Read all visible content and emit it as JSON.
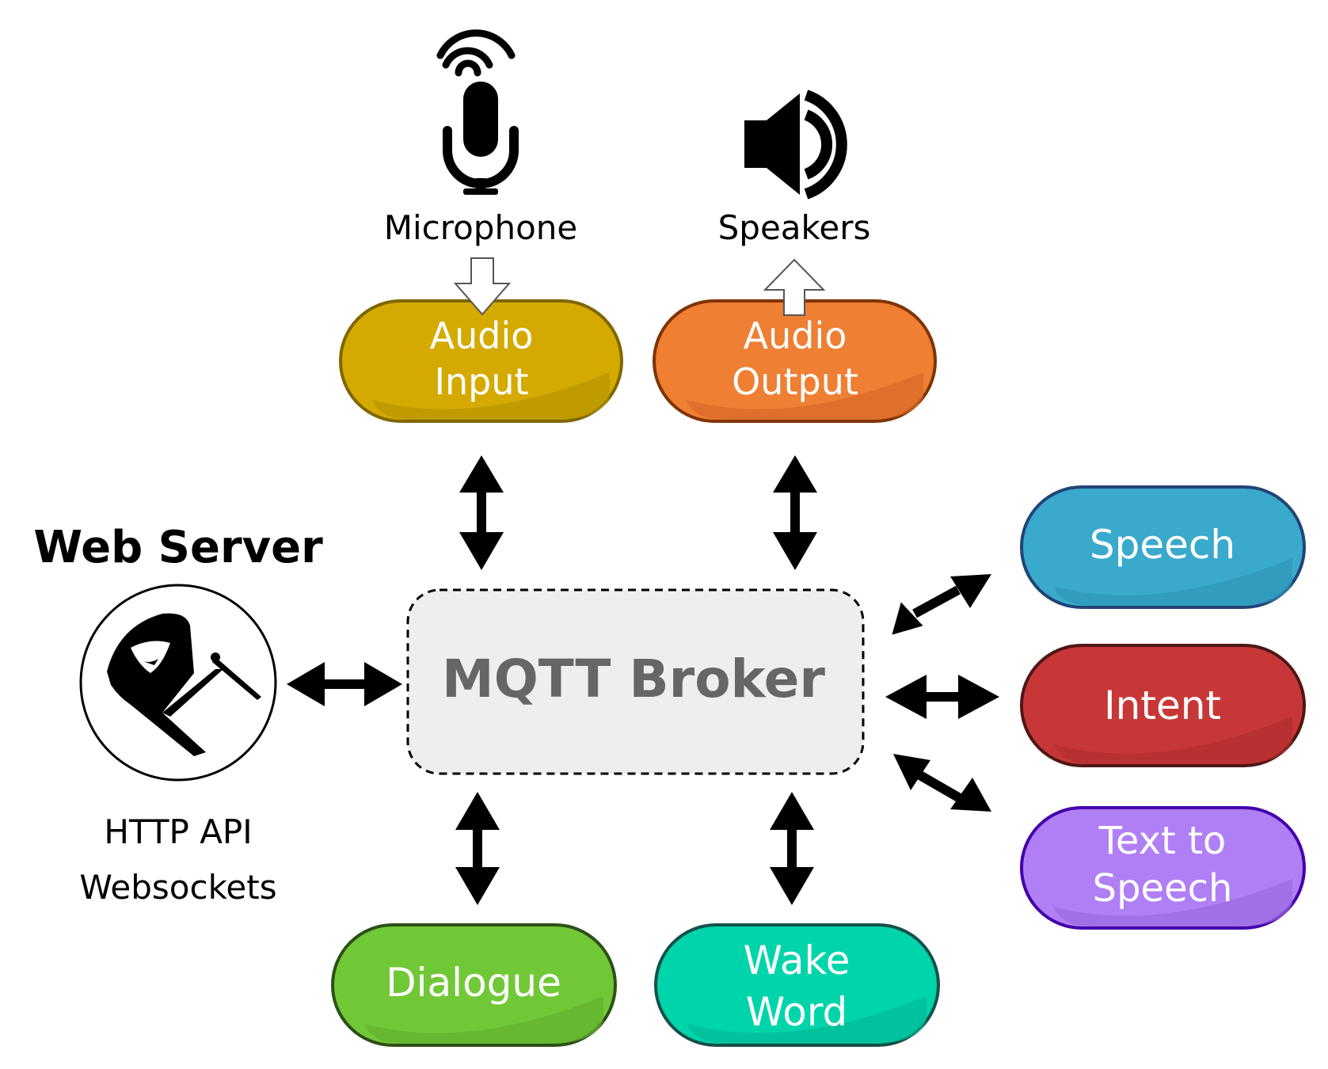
{
  "labels": {
    "microphone": "Microphone",
    "speakers": "Speakers",
    "web_server_title": "Web Server",
    "web_server_sub1": "HTTP API",
    "web_server_sub2": "Websockets",
    "broker": "MQTT Broker"
  },
  "services": {
    "audio_input": {
      "line1": "Audio",
      "line2": "Input",
      "color": "#d4aa00"
    },
    "audio_output": {
      "line1": "Audio",
      "line2": "Output",
      "color": "#ee7f33"
    },
    "speech": {
      "line1": "Speech",
      "color": "#3aaacc"
    },
    "intent": {
      "line1": "Intent",
      "color": "#c83737"
    },
    "tts": {
      "line1": "Text to",
      "line2": "Speech",
      "color": "#b07ff5"
    },
    "dialogue": {
      "line1": "Dialogue",
      "color": "#71c837"
    },
    "wake_word": {
      "line1": "Wake",
      "line2": "Word",
      "color": "#00d4aa"
    }
  },
  "icons": {
    "microphone": "microphone-icon",
    "speakers": "speaker-icon",
    "web_server": "hooded-figure-icon"
  }
}
